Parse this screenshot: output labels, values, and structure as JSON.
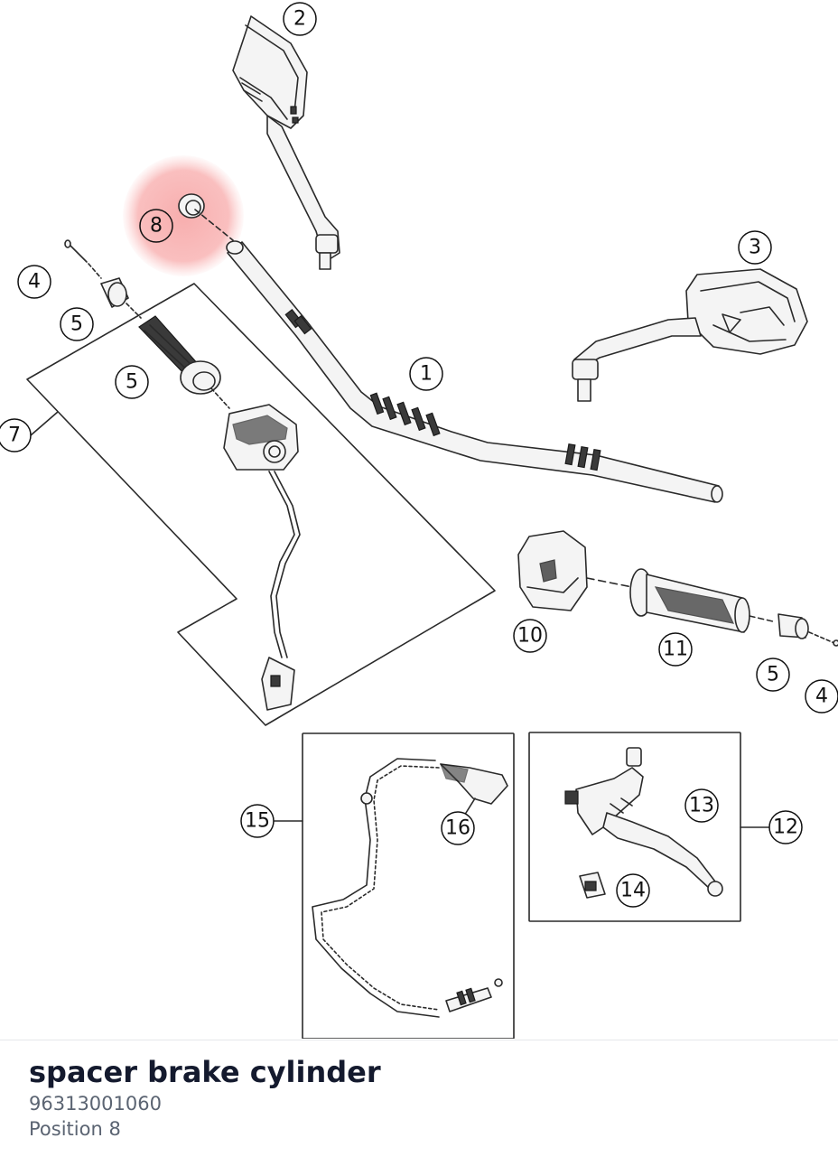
{
  "diagram": {
    "callouts": [
      {
        "id": "c1",
        "label": "1"
      },
      {
        "id": "c2",
        "label": "2"
      },
      {
        "id": "c3",
        "label": "3"
      },
      {
        "id": "c4a",
        "label": "4"
      },
      {
        "id": "c4b",
        "label": "4"
      },
      {
        "id": "c5a",
        "label": "5"
      },
      {
        "id": "c5b",
        "label": "5"
      },
      {
        "id": "c5c",
        "label": "5"
      },
      {
        "id": "c7",
        "label": "7"
      },
      {
        "id": "c8",
        "label": "8"
      },
      {
        "id": "c10",
        "label": "10"
      },
      {
        "id": "c11",
        "label": "11"
      },
      {
        "id": "c12",
        "label": "12"
      },
      {
        "id": "c13",
        "label": "13"
      },
      {
        "id": "c14",
        "label": "14"
      },
      {
        "id": "c15",
        "label": "15"
      },
      {
        "id": "c16",
        "label": "16"
      }
    ],
    "highlighted_position": "8",
    "highlight_color": "#f08080"
  },
  "selected_part": {
    "name": "spacer brake cylinder",
    "number": "96313001060",
    "position": "Position 8"
  }
}
